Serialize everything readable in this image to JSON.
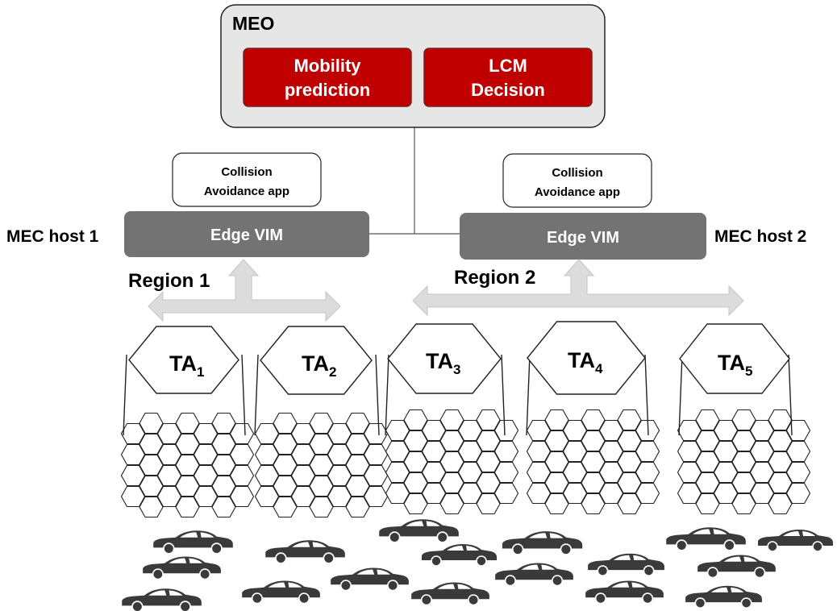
{
  "meo": {
    "label": "MEO",
    "blocks": [
      {
        "line1": "Mobility",
        "line2": "prediction"
      },
      {
        "line1": "LCM",
        "line2": "Decision"
      }
    ]
  },
  "hosts": [
    {
      "label": "MEC host 1",
      "vim_label": "Edge VIM",
      "app_line1": "Collision",
      "app_line2": "Avoidance app",
      "region": "Region 1"
    },
    {
      "label": "MEC host 2",
      "vim_label": "Edge VIM",
      "app_line1": "Collision",
      "app_line2": "Avoidance app",
      "region": "Region 2"
    }
  ],
  "tracking_areas": [
    {
      "base": "TA",
      "sub": "1"
    },
    {
      "base": "TA",
      "sub": "2"
    },
    {
      "base": "TA",
      "sub": "3"
    },
    {
      "base": "TA",
      "sub": "4"
    },
    {
      "base": "TA",
      "sub": "5"
    }
  ],
  "colors": {
    "meo_fill": "#e6e6e6",
    "red_block": "#c00000",
    "vim_fill": "#737373",
    "arrow_fill": "#dcdcdc",
    "car_fill": "#3a3a3a"
  },
  "icons": {
    "vehicle": "car-icon",
    "cell": "hexagon-cell-icon"
  }
}
